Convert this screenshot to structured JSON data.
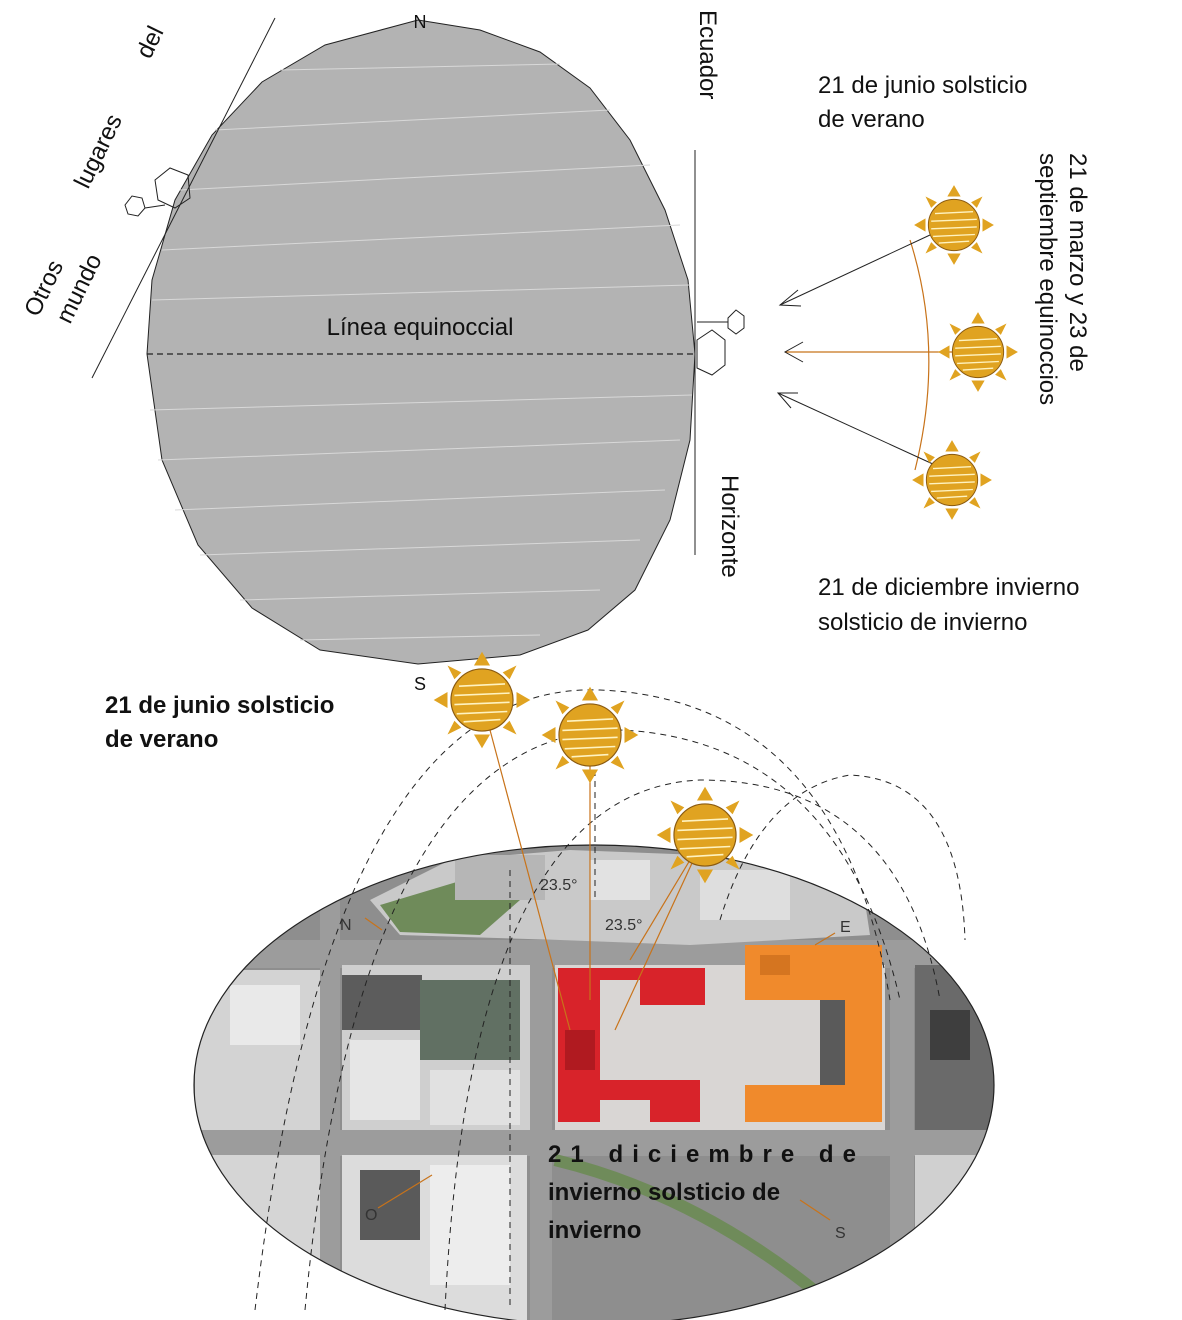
{
  "globe": {
    "north_label": "N",
    "south_label": "S",
    "equinoctial_line_label": "Línea equinoccial",
    "ecuador_label": "Ecuador",
    "horizonte_label": "Horizonte",
    "other_places_words": [
      "Otros",
      "lugares",
      "del",
      "mundo"
    ],
    "fill_color": "#b3b3b3"
  },
  "sun_annotations": {
    "june": "21 de junio solsticio de verano",
    "june_line1": "21 de junio solsticio",
    "june_line2": "de verano",
    "equinox_line1": "21 de marzo y 23 de",
    "equinox_line2": "septiembre equinoccios",
    "december_line1": "21 de diciembre invierno",
    "december_line2": "solsticio de invierno"
  },
  "site_plan": {
    "june_bold_line1": "21 de junio solsticio",
    "june_bold_line2": "de verano",
    "december_bold_line1": "21 diciembre de",
    "december_bold_line2": "invierno solsticio de",
    "december_bold_line3": "invierno",
    "angle_labels": [
      "23.5°",
      "23.5°"
    ],
    "compass": {
      "north": "N",
      "east": "E",
      "south": "S",
      "west": "O"
    },
    "colors": {
      "red_building": "#d8232a",
      "orange_building": "#f08a2c",
      "sun": "#e0a321",
      "sun_ray": "#c8731a"
    }
  }
}
